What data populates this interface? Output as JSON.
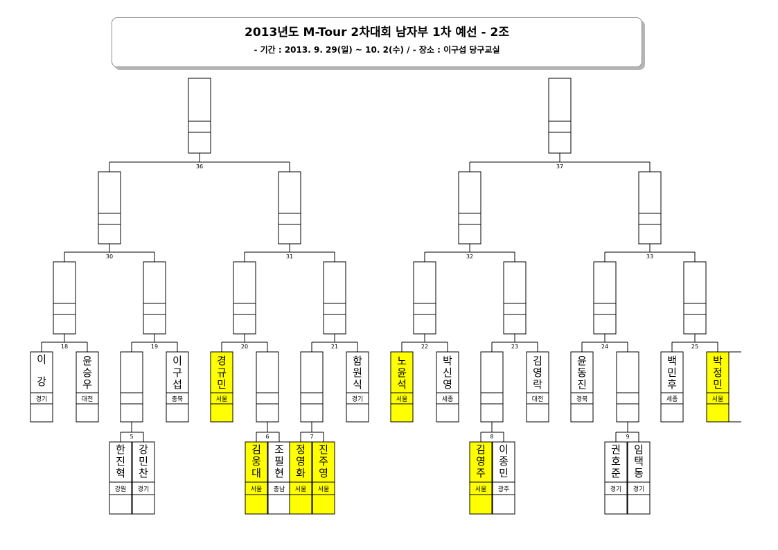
{
  "header": {
    "title": "2013년도 M-Tour 2차대회 남자부 1차 예선 - 2조",
    "subtitle": "- 기간 : 2013. 9. 29(일) ~ 10. 2(수)  /  - 장소 : 이구섭 당구교실"
  },
  "colors": {
    "highlight": "#ffff00",
    "line": "#000000"
  },
  "match_numbers": [
    "36",
    "37",
    "30",
    "31",
    "32",
    "33",
    "18",
    "19",
    "20",
    "21",
    "22",
    "23",
    "24",
    "25",
    "5",
    "6",
    "7",
    "8",
    "9"
  ],
  "round1_players": [
    {
      "name": "이 강",
      "region": "경기",
      "highlight": false
    },
    {
      "name": "윤승우",
      "region": "대전",
      "highlight": false
    },
    {
      "name": "",
      "region": "",
      "highlight": false
    },
    {
      "name": "이구섭",
      "region": "충북",
      "highlight": false
    },
    {
      "name": "경규민",
      "region": "서울",
      "highlight": true
    },
    {
      "name": "",
      "region": "",
      "highlight": false
    },
    {
      "name": "",
      "region": "",
      "highlight": false
    },
    {
      "name": "함원식",
      "region": "경기",
      "highlight": false
    },
    {
      "name": "노윤석",
      "region": "서울",
      "highlight": true
    },
    {
      "name": "박신영",
      "region": "세종",
      "highlight": false
    },
    {
      "name": "",
      "region": "",
      "highlight": false
    },
    {
      "name": "김영락",
      "region": "대전",
      "highlight": false
    },
    {
      "name": "윤동진",
      "region": "경북",
      "highlight": false
    },
    {
      "name": "",
      "region": "",
      "highlight": false
    },
    {
      "name": "백민후",
      "region": "세종",
      "highlight": false
    },
    {
      "name": "박정민",
      "region": "서울",
      "highlight": true
    }
  ],
  "prelim_players": [
    {
      "name": "한진혁",
      "region": "강원",
      "highlight": false
    },
    {
      "name": "강민찬",
      "region": "경기",
      "highlight": false
    },
    {
      "name": "김웅대",
      "region": "서울",
      "highlight": true
    },
    {
      "name": "조필현",
      "region": "충남",
      "highlight": false
    },
    {
      "name": "정영화",
      "region": "서울",
      "highlight": true
    },
    {
      "name": "진주영",
      "region": "서울",
      "highlight": true
    },
    {
      "name": "김영주",
      "region": "서울",
      "highlight": true
    },
    {
      "name": "이종민",
      "region": "광주",
      "highlight": false
    },
    {
      "name": "권호준",
      "region": "경기",
      "highlight": false
    },
    {
      "name": "임택동",
      "region": "경기",
      "highlight": false
    }
  ]
}
